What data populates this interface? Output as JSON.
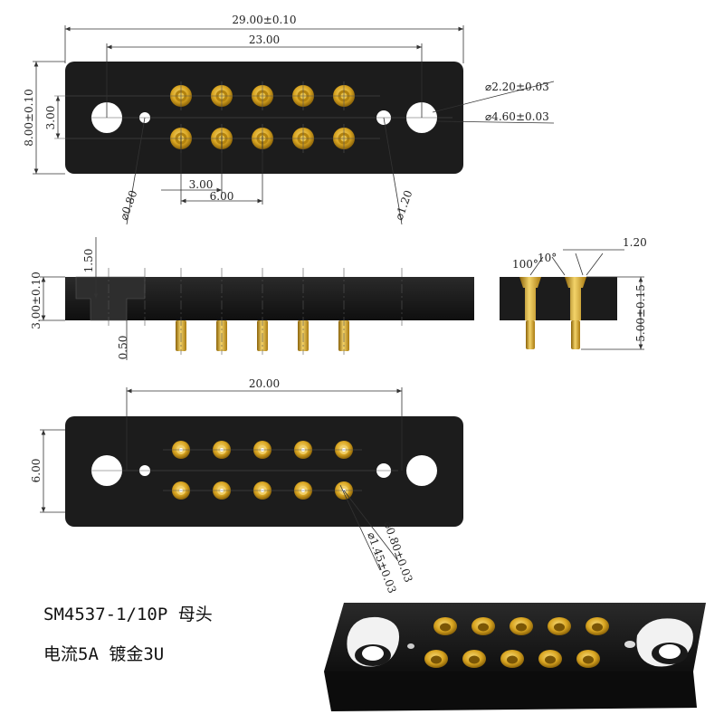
{
  "colors": {
    "housing": "#1c1c1c",
    "gold": "#d9a521",
    "gold_dark": "#9a6f0c",
    "gold_light": "#f3d36a",
    "dimension": "#333333"
  },
  "top_view": {
    "dims": {
      "overall_width": "29.00±0.10",
      "hole_pitch": "23.00",
      "height": "8.00±0.10",
      "row_pitch": "3.00",
      "pin_pitch": "3.00",
      "double_pitch": "6.00",
      "large_hole_dia": "⌀2.20±0.03",
      "large_hole_dia2": "⌀4.60±0.03",
      "small_hole_left": "⌀0.80",
      "small_hole_right": "⌀1.20"
    }
  },
  "side_view": {
    "dims": {
      "counterbore": "1.50",
      "thickness": "3.00±0.10",
      "pin_offset": "0.50"
    }
  },
  "section_view": {
    "dims": {
      "angle": "100°",
      "angle_tol": "10°",
      "chamfer": "1.20",
      "pin_length": "5.00±0.15"
    }
  },
  "bottom_view": {
    "dims": {
      "width": "20.00",
      "height": "6.00",
      "pin_dia": "⌀0.80±0.03",
      "pad_dia": "⌀1.45±0.03"
    }
  },
  "caption": {
    "line1": "SM4537-1/10P 母头",
    "line2": "电流5A 镀金3U"
  }
}
